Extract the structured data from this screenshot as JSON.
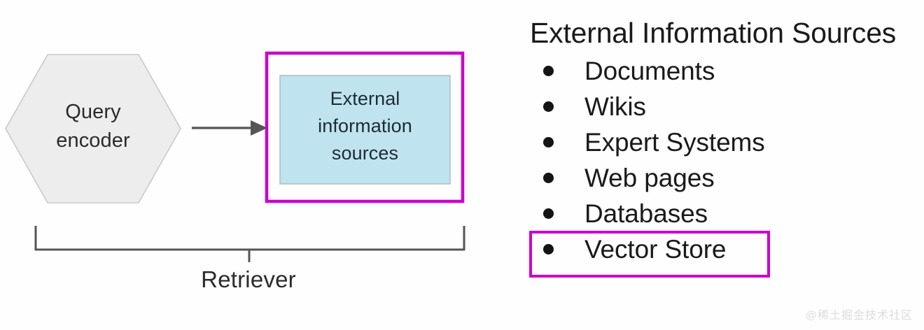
{
  "diagram": {
    "query_encoder": {
      "label_line1": "Query",
      "label_line2": "encoder",
      "shape": "hexagon",
      "fill": "#ededed",
      "stroke": "#c9c9c9"
    },
    "arrow": {
      "name": "arrow-right",
      "color": "#555555"
    },
    "external_sources_box": {
      "label_line1": "External",
      "label_line2": "information",
      "label_line3": "sources",
      "fill": "#bfe3ef",
      "stroke": "#a8b8c0",
      "highlight_color": "#cc00cc"
    },
    "bracket": {
      "label": "Retriever",
      "color": "#555555"
    }
  },
  "panel": {
    "title": "External Information Sources",
    "items": [
      {
        "label": "Documents",
        "highlighted": false
      },
      {
        "label": "Wikis",
        "highlighted": false
      },
      {
        "label": "Expert Systems",
        "highlighted": false
      },
      {
        "label": "Web pages",
        "highlighted": false
      },
      {
        "label": "Databases",
        "highlighted": false
      },
      {
        "label": "Vector Store",
        "highlighted": true
      }
    ],
    "highlight_color": "#cc00cc"
  },
  "watermark": {
    "text": "@稀土掘金技术社区"
  }
}
